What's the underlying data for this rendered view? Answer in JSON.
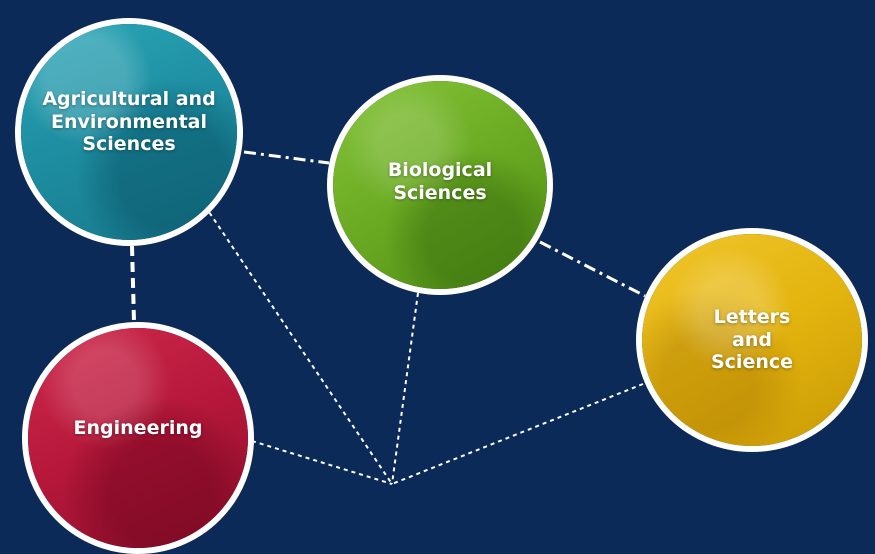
{
  "diagram": {
    "nodes": [
      {
        "id": "agri",
        "label": "Agricultural and Environmental Sciences",
        "lines": [
          "Agricultural and",
          "Environmental",
          "Sciences"
        ],
        "color": "#1f8fa3"
      },
      {
        "id": "bio",
        "label": "Biological Sciences",
        "lines": [
          "Biological",
          "Sciences"
        ],
        "color": "#6aaa22"
      },
      {
        "id": "letters",
        "label": "Letters and Science",
        "lines": [
          "Letters",
          "and",
          "Science"
        ],
        "color": "#e3b40e"
      },
      {
        "id": "eng",
        "label": "Engineering",
        "lines": [
          "Engineering"
        ],
        "color": "#b5173a"
      }
    ],
    "connections": [
      {
        "from": "agri",
        "to": "bio",
        "style": "dash-dot"
      },
      {
        "from": "agri",
        "to": "eng",
        "style": "dash"
      },
      {
        "from": "bio",
        "to": "letters",
        "style": "dash-dot"
      },
      {
        "from": "agri",
        "to": "hub",
        "style": "dotted"
      },
      {
        "from": "bio",
        "to": "hub",
        "style": "dotted"
      },
      {
        "from": "eng",
        "to": "hub",
        "style": "dotted"
      },
      {
        "from": "letters",
        "to": "hub",
        "style": "dotted"
      }
    ],
    "background_color": "#0c2a58"
  }
}
